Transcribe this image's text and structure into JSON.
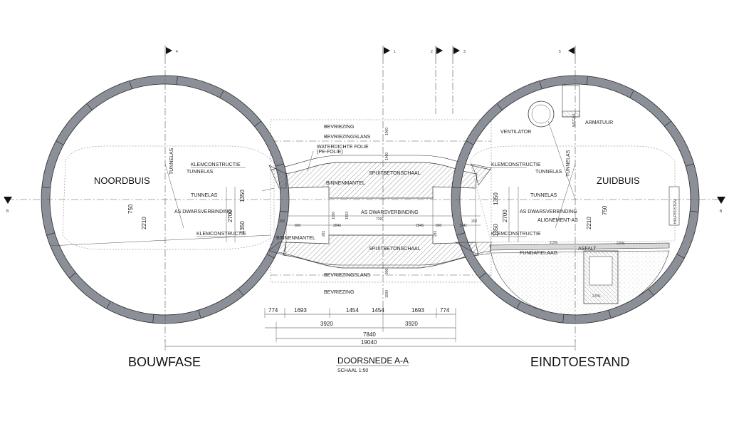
{
  "labels": {
    "noordbuis": "NOORDBUIS",
    "zuidbuis": "ZUIDBUIS",
    "bouwfase": "BOUWFASE",
    "eindtoestand": "EINDTOESTAND",
    "doorsnede": "DOORSNEDE A-A",
    "schaal": "SCHAAL 1:50",
    "bevriezing_top": "BEVRIEZING",
    "bevriezingslans": "BEVRIEZINGSLANS",
    "waterdichte": "WATERDICHTE FOLIE",
    "pe_folie": "(PE-FOLIE)",
    "spuitbeton_top": "SPUITBETONSCHAAL",
    "binnenmantel_top": "BINNENMANTEL",
    "as_dwars_mid": "AS DWARSVERBINDING",
    "as_dwars_left": "AS DWARSVERBINDING",
    "as_dwars_right": "AS DWARSVERBINDING",
    "binnenmantel_bot": "BINNENMANTEL",
    "spuitbeton_bot": "SPUITBETONSCHAAL",
    "bevriezingslans_bot": "BEVRIEZINGSLANS",
    "bevriezing_bot": "BEVRIEZING",
    "tunnelas_vert_l": "TUNNELAS",
    "tunnelas_l1": "TUNNELAS",
    "tunnelas_l2": "TUNNELAS",
    "klem_l1": "KLEMCONSTRUCTIE",
    "klem_l2": "KLEMCONSTRUCTIE",
    "tunnelas_vert_r": "TUNNELAS",
    "tunnelas_r1": "TUNNELAS",
    "tunnelas_r2": "TUNNELAS",
    "klem_r1": "KLEMCONSTRUCTIE",
    "klem_r2": "KLEMCONSTRUCTIE",
    "alignement": "ALIGNEMENT-AS",
    "asfalt": "ASFALT",
    "fundatielaag": "FUNDATIELAAG",
    "ventilator": "VENTILATOR",
    "armatuur": "ARMATUUR",
    "wegas": "WEGAS",
    "b_left": "B",
    "b_right": "B",
    "slope_1": "2,5%",
    "slope_2": "2,5%",
    "slope_3": "2,5%",
    "side_box": "HULPPOSTEN",
    "s1": "1",
    "s2": "2",
    "s3": "3",
    "s4": "4",
    "s5": "5"
  },
  "dimensions": {
    "bottom_row1": [
      "774",
      "1693",
      "1454",
      "1454",
      "1693",
      "774"
    ],
    "bottom_row2": [
      "3920",
      "3920"
    ],
    "bottom_row3": "7840",
    "bottom_row4": "19040",
    "vertical_left": [
      "1350",
      "2700",
      "1350",
      "750",
      "2210"
    ],
    "vertical_right": [
      "1350",
      "2700",
      "1350",
      "750",
      "2210"
    ],
    "center_vertical": [
      "1000",
      "1400",
      "1553",
      "1050",
      "900",
      "1000"
    ],
    "center_row": [
      "800",
      "2846",
      "2846",
      "800"
    ],
    "center_total": "7291",
    "center_small": [
      "202",
      "281",
      "281",
      "1041",
      "202"
    ]
  },
  "colors": {
    "ring": "#8a8f98",
    "ring_stroke": "#2a2a2a",
    "hatch": "#444444",
    "line": "#333333"
  }
}
